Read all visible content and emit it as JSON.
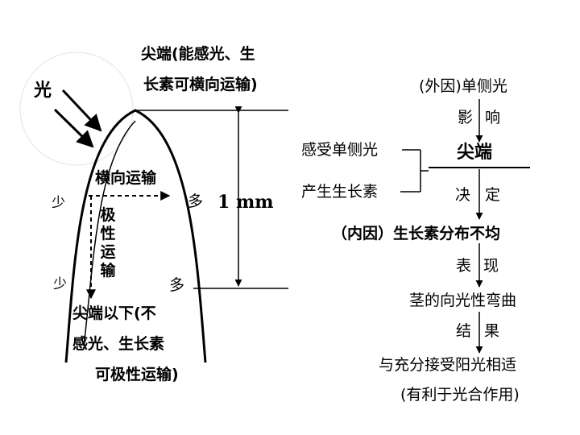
{
  "left": {
    "light": "光",
    "tip_line1": "尖端(能感光、生",
    "tip_line2": "长素可横向运输)",
    "lateral_transport": "横向运输",
    "polar_transport": "极性运输",
    "less_top": "少",
    "more_top": "多",
    "less_bottom": "少",
    "more_bottom": "多",
    "length": "1 mm",
    "below_line1": "尖端以下(不",
    "below_line2": "感光、生长素",
    "below_line3": "可极性运输)"
  },
  "right": {
    "external_cause": "(外因)单侧光",
    "influence_1": "影",
    "influence_2": "响",
    "sense_light": "感受单侧光",
    "produce_auxin": "产生生长素",
    "tip": "尖端",
    "decide_1": "决",
    "decide_2": "定",
    "internal_cause": "（内因）生长素分布不均",
    "show_1": "表",
    "show_2": "现",
    "phototropism": "茎的向光性弯曲",
    "result_1": "结",
    "result_2": "果",
    "adaptation_line1": "与充分接受阳光相适",
    "adaptation_line2": "(有利于光合作用)"
  }
}
